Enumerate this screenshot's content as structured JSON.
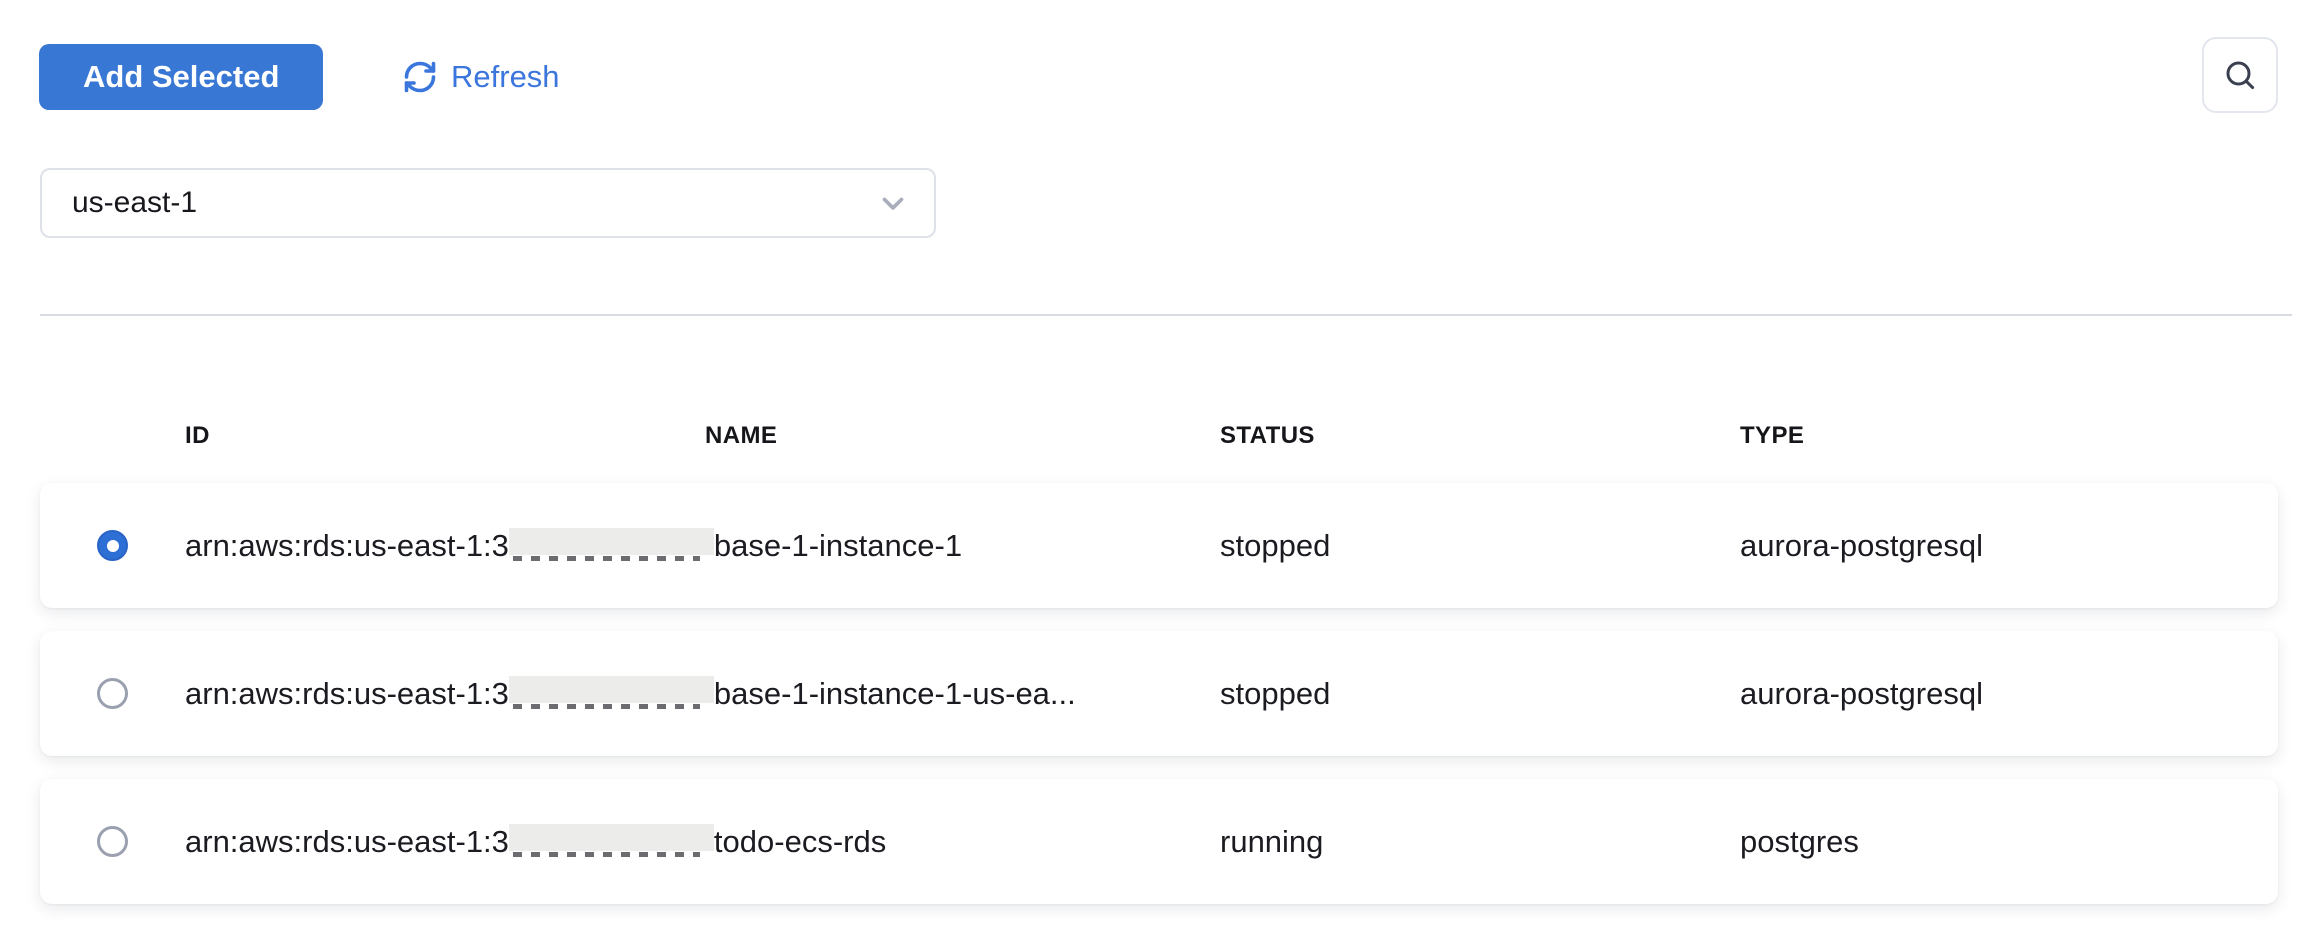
{
  "colors": {
    "button_blue": "#3977d4",
    "link_blue": "#3b76dd",
    "text_dark": "#17181d",
    "border_grey": "#dfe1e9",
    "divider_grey": "#d9dbe3",
    "redaction_grey": "#ececeb",
    "radio_selected_blue": "#2e6fd6"
  },
  "toolbar": {
    "add_selected_label": "Add Selected",
    "refresh_label": "Refresh"
  },
  "icons": {
    "refresh": "circular-arrows-refresh",
    "search": "magnifying-glass",
    "region_chevron": "chevron-down"
  },
  "region_select": {
    "value": "us-east-1"
  },
  "table": {
    "columns": {
      "id": "ID",
      "name": "NAME",
      "status": "STATUS",
      "type": "TYPE"
    },
    "rows": [
      {
        "selected": true,
        "id_prefix": "arn:aws:rds:us-east-1:3",
        "id_redacted": true,
        "id_suffix": "base-1-instance-1",
        "status": "stopped",
        "type": "aurora-postgresql"
      },
      {
        "selected": false,
        "id_prefix": "arn:aws:rds:us-east-1:3",
        "id_redacted": true,
        "id_suffix": "base-1-instance-1-us-ea...",
        "status": "stopped",
        "type": "aurora-postgresql"
      },
      {
        "selected": false,
        "id_prefix": "arn:aws:rds:us-east-1:3",
        "id_redacted": true,
        "id_suffix": "todo-ecs-rds",
        "status": "running",
        "type": "postgres"
      }
    ]
  }
}
